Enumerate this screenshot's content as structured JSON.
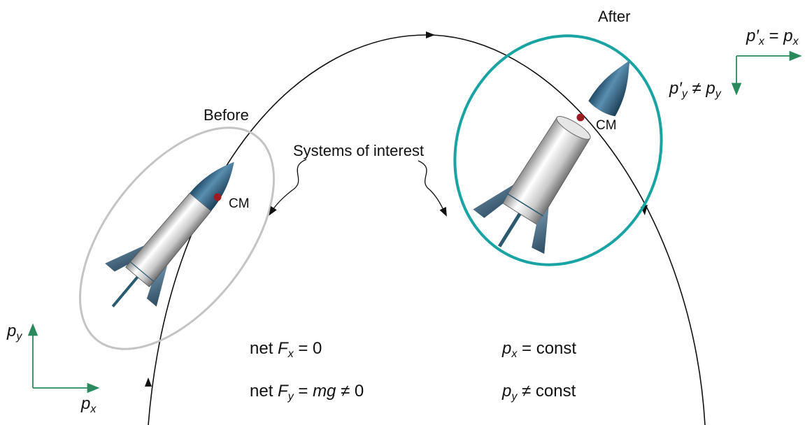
{
  "labels": {
    "before": "Before",
    "after": "After",
    "systems": "Systems of interest",
    "cm": "CM"
  },
  "equations": {
    "net_fx": {
      "prefix": "net ",
      "sym": "F",
      "sub": "x",
      "rest": " = 0"
    },
    "net_fy": {
      "prefix": "net ",
      "sym": "F",
      "sub": "y",
      "rest": " = ",
      "sym2": "mg",
      "rest2": " ≠ 0"
    },
    "px_const": {
      "sym": "p",
      "sub": "x",
      "rest": " = const"
    },
    "py_const": {
      "sym": "p",
      "sub": "y",
      "rest": " ≠ const"
    },
    "px_after": {
      "sym": "p′",
      "sub": "x",
      "op": " = ",
      "sym2": "p",
      "sub2": "x"
    },
    "py_after": {
      "sym": "p′",
      "sub": "y",
      "op": " ≠ ",
      "sym2": "p",
      "sub2": "y"
    }
  },
  "axes_left": {
    "y": {
      "sym": "p",
      "sub": "y"
    },
    "x": {
      "sym": "p",
      "sub": "x"
    }
  },
  "colors": {
    "trajectory": "#111111",
    "before_system": "#c4c4c4",
    "after_system": "#1aa3a3",
    "axis_arrows": "#2a8a5e",
    "cm_point": "#9e1b22",
    "rocket_nose": "#2f5f80",
    "rocket_body": "#d8d8d8"
  }
}
